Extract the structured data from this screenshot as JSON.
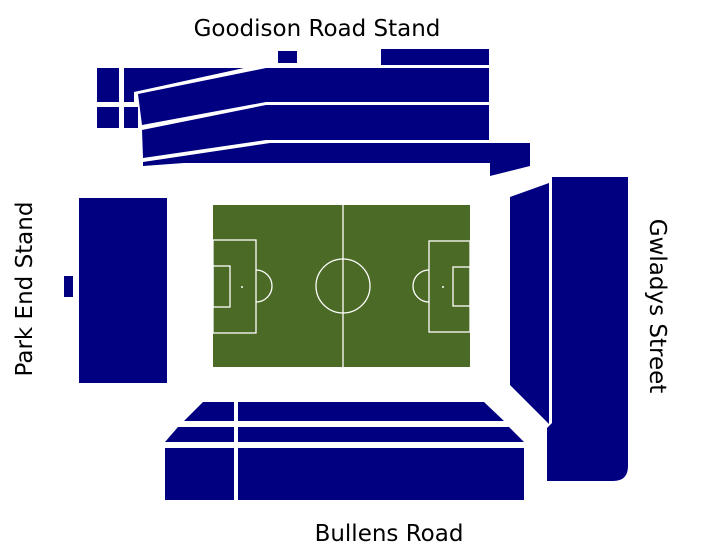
{
  "colors": {
    "seating": "#000080",
    "pitch": "#4a6a25",
    "lines": "#ffffff",
    "background": "#ffffff",
    "text": "#000000"
  },
  "stands": {
    "north": {
      "label": "Goodison Road Stand"
    },
    "west": {
      "label": "Park End Stand"
    },
    "east": {
      "label": "Gwladys Street"
    },
    "south": {
      "label": "Bullens Road"
    }
  }
}
